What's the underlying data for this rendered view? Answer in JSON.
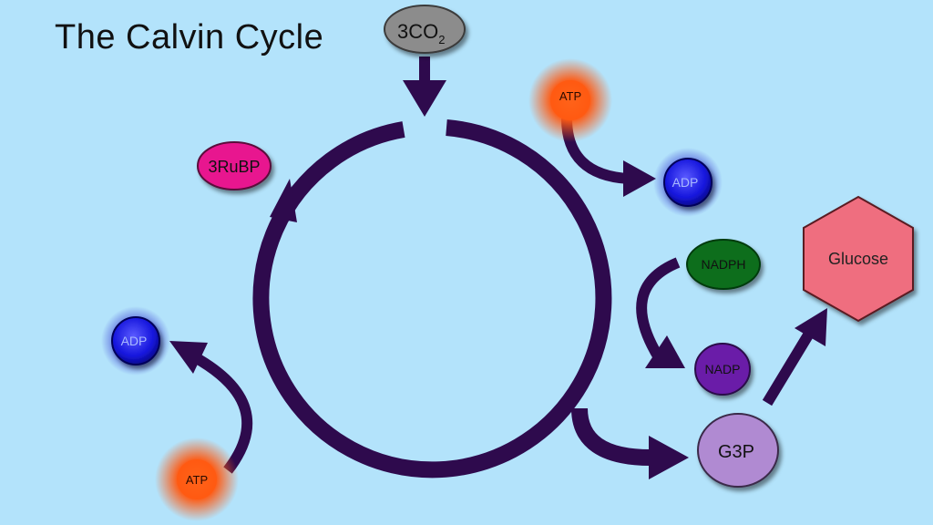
{
  "title": "The Calvin Cycle",
  "molecules": {
    "co2": {
      "main": "3CO",
      "sub": "2"
    },
    "rubp": "3RuBP",
    "atp_top": "ATP",
    "adp_right": "ADP",
    "nadph": "NADPH",
    "nadp": "NADP",
    "g3p": "G3P",
    "glucose": "Glucose",
    "adp_left": "ADP",
    "atp_bottom": "ATP"
  },
  "colors": {
    "background": "#b3e3fb",
    "arrow": "#2e0a4d",
    "co2": "#8c8c8c",
    "rubp": "#e8178f",
    "atp": "#ff5a12",
    "adp": "#1818e6",
    "nadph": "#0f6e1f",
    "nadp": "#6a1aa8",
    "g3p": "#b08ad2",
    "glucose": "#ef6e7f"
  }
}
